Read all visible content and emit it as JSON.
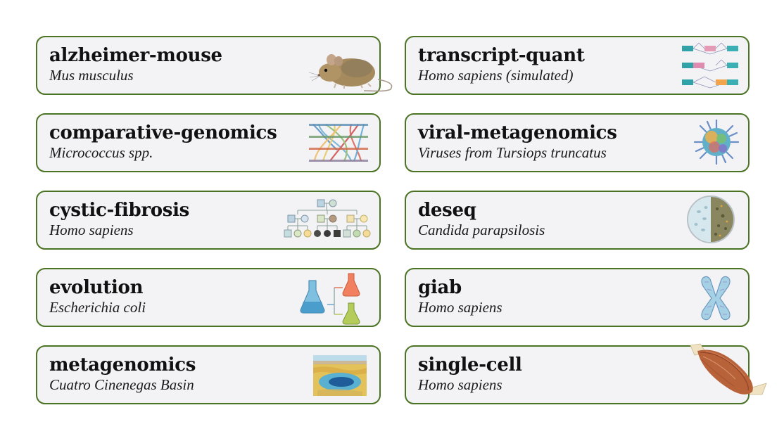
{
  "colors": {
    "card_border": "#4b7324",
    "card_background": "#f3f2f5",
    "page_background": "#ffffff",
    "title_text": "#111111"
  },
  "cards": [
    {
      "title": "alzheimer-mouse",
      "subtitle": "Mus musculus",
      "icon": "mouse-illustration-icon"
    },
    {
      "title": "transcript-quant",
      "subtitle": "Homo sapiens (simulated)",
      "icon": "transcript-isoforms-icon"
    },
    {
      "title": "comparative-genomics",
      "subtitle": "Micrococcus spp.",
      "icon": "genome-synteny-icon"
    },
    {
      "title": "viral-metagenomics",
      "subtitle": "Viruses from Tursiops truncatus",
      "icon": "virus-icon"
    },
    {
      "title": "cystic-fibrosis",
      "subtitle": "Homo sapiens",
      "icon": "pedigree-chart-icon"
    },
    {
      "title": "deseq",
      "subtitle": "Candida parapsilosis",
      "icon": "petri-dish-icon"
    },
    {
      "title": "evolution",
      "subtitle": "Escherichia coli",
      "icon": "flask-lineage-icon"
    },
    {
      "title": "giab",
      "subtitle": "Homo sapiens",
      "icon": "chromosome-icon"
    },
    {
      "title": "metagenomics",
      "subtitle": "Cuatro Cinenegas Basin",
      "icon": "landscape-pool-icon"
    },
    {
      "title": "single-cell",
      "subtitle": "Homo sapiens",
      "icon": "muscle-tissue-icon"
    }
  ]
}
